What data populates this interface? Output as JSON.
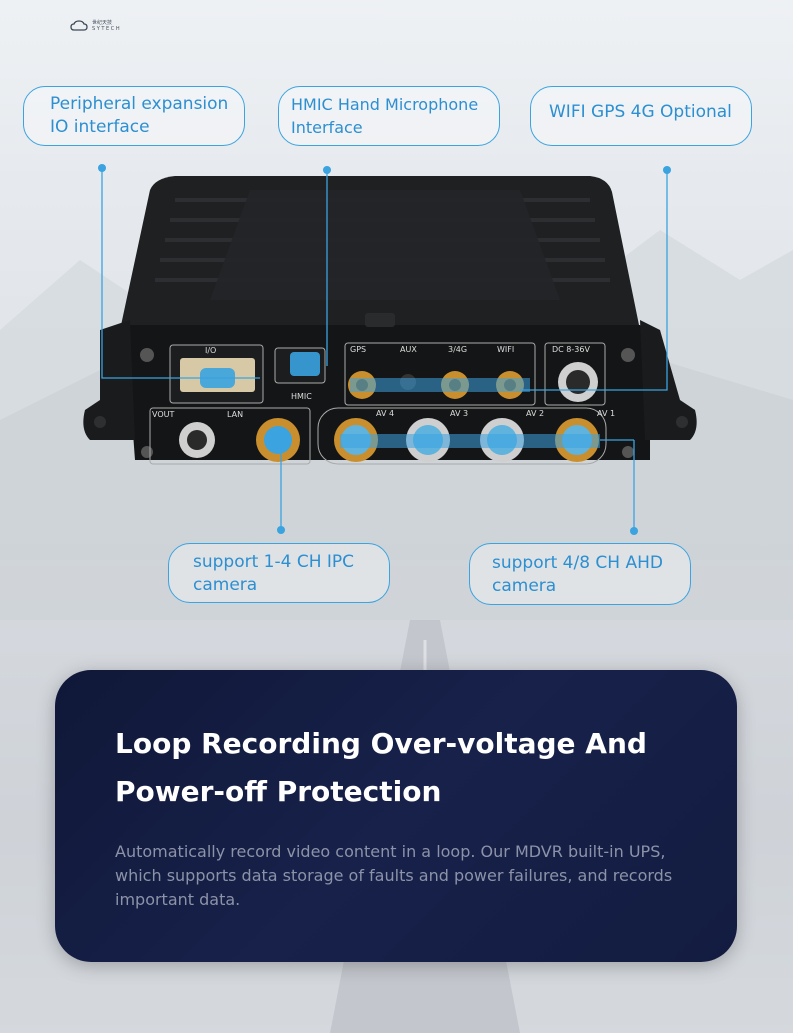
{
  "logo": {
    "line1": "世纪天技",
    "line2": "S Y T E C H"
  },
  "callouts": {
    "peripheral": "Peripheral expansion\nIO interface",
    "hmic": "HMIC Hand Microphone\nInterface",
    "wifi": "WIFI GPS 4G Optional",
    "ipc": "support 1-4 CH IPC\ncamera",
    "ahd": "support 4/8 CH AHD\ncamera"
  },
  "device_labels": {
    "io": "I/O",
    "hmic": "HMIC",
    "gps": "GPS",
    "aux": "AUX",
    "g4": "3/4G",
    "wifi": "WIFI",
    "dc": "DC 8-36V",
    "vout": "VOUT",
    "lan": "LAN",
    "av4": "AV 4",
    "av3": "AV 3",
    "av2": "AV 2",
    "av1": "AV 1"
  },
  "card": {
    "title": "Loop Recording Over-voltage And Power-off Protection",
    "body": "Automatically record video content in a loop. Our MDVR built-in UPS, which supports data storage of faults and power failures, and records important data."
  },
  "colors": {
    "accent": "#3aa3e0",
    "card_bg": "#131c40"
  }
}
